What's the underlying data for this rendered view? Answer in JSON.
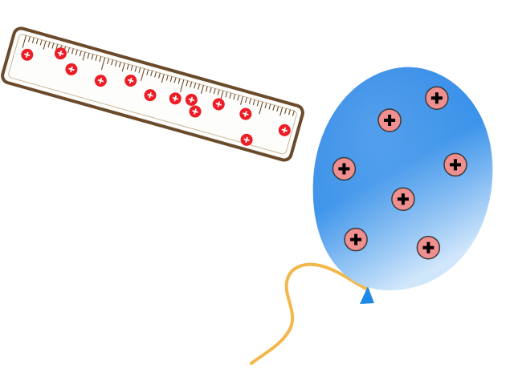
{
  "ruler": {
    "charge_symbol": "+",
    "charge_count": 13,
    "charges": [
      {
        "u": 0.054,
        "v": 0.42
      },
      {
        "u": 0.162,
        "v": 0.22
      },
      {
        "u": 0.212,
        "v": 0.46
      },
      {
        "u": 0.318,
        "v": 0.52
      },
      {
        "u": 0.416,
        "v": 0.36
      },
      {
        "u": 0.493,
        "v": 0.53
      },
      {
        "u": 0.578,
        "v": 0.46
      },
      {
        "u": 0.655,
        "v": 0.6
      },
      {
        "u": 0.725,
        "v": 0.34
      },
      {
        "u": 0.822,
        "v": 0.38
      },
      {
        "u": 0.849,
        "v": 0.86
      },
      {
        "u": 0.964,
        "v": 0.48
      },
      {
        "u": 0.632,
        "v": 0.4
      }
    ],
    "colors": {
      "body": "#fdfdfb",
      "border": "#6b4a2b",
      "ticks": "#6b4a2b",
      "charge_fill": "#ee1c24",
      "charge_symbol": "#ffffff"
    }
  },
  "balloon": {
    "charge_symbol": "+",
    "charge_count": 7,
    "charges": [
      {
        "u": 0.41,
        "v": 0.23
      },
      {
        "u": 0.69,
        "v": 0.12
      },
      {
        "u": 0.8,
        "v": 0.45
      },
      {
        "u": 0.14,
        "v": 0.47
      },
      {
        "u": 0.49,
        "v": 0.62
      },
      {
        "u": 0.21,
        "v": 0.82
      },
      {
        "u": 0.64,
        "v": 0.86
      }
    ],
    "colors": {
      "top": "#2d86e6",
      "bottom": "#cfe6fb",
      "knot": "#1e8ae6",
      "charge_fill": "#f08f8f",
      "charge_border": "#3a3a3a",
      "charge_symbol": "#000000"
    }
  },
  "string": {
    "color": "#f2b84b"
  }
}
